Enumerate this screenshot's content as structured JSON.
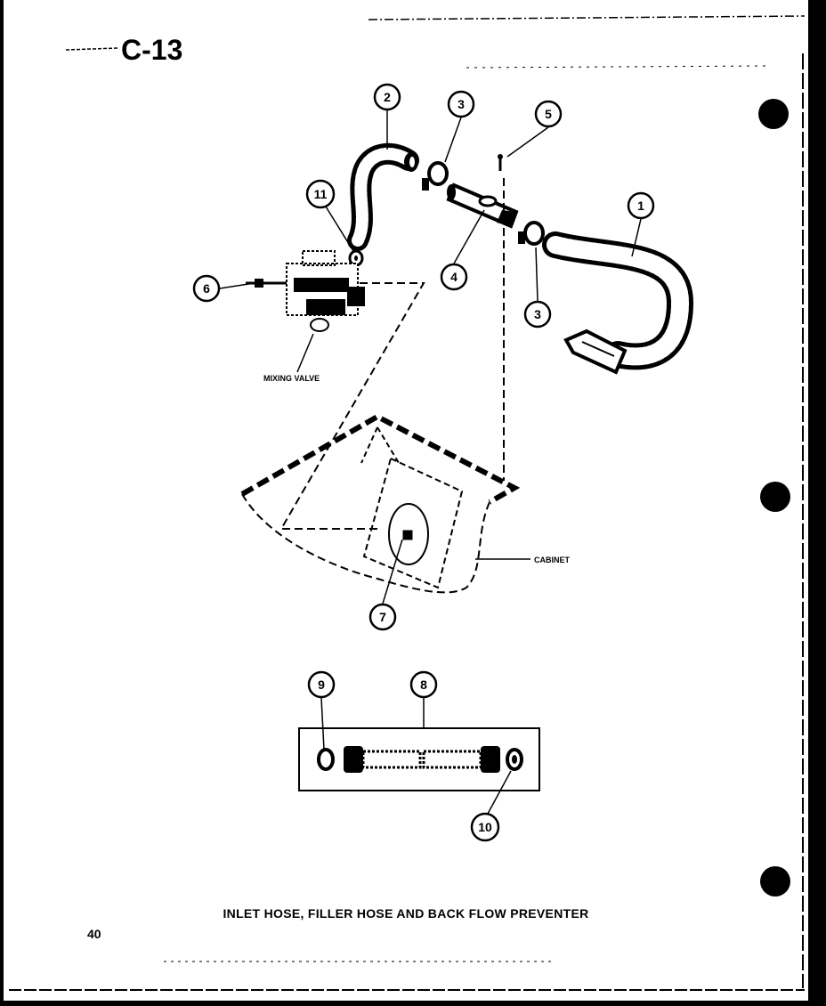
{
  "header": {
    "page_code": "C-13"
  },
  "callouts": {
    "c1": "1",
    "c2": "2",
    "c3a": "3",
    "c3b": "3",
    "c4": "4",
    "c5": "5",
    "c6": "6",
    "c7": "7",
    "c8": "8",
    "c9": "9",
    "c10": "10",
    "c11": "11"
  },
  "labels": {
    "mixing_valve": "MIXING VALVE",
    "cabinet": "CABINET"
  },
  "footer": {
    "caption": "INLET HOSE, FILLER HOSE AND BACK FLOW PREVENTER",
    "page_number": "40"
  }
}
